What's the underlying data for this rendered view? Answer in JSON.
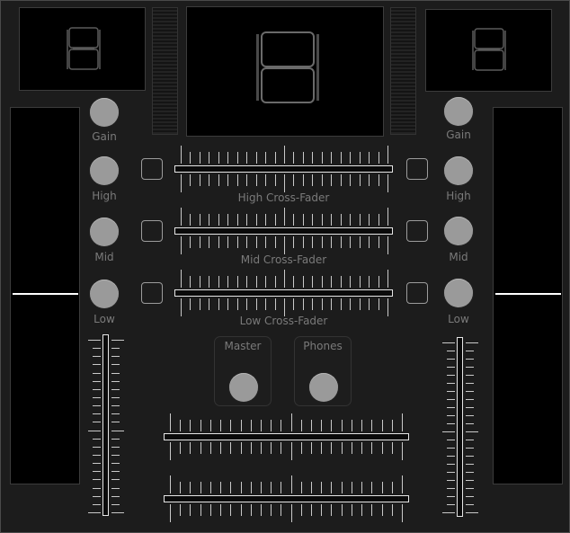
{
  "deck_left": {
    "eq_labels": [
      "Gain",
      "High",
      "Mid",
      "Low"
    ],
    "volume_level": 0.0
  },
  "deck_right": {
    "eq_labels": [
      "Gain",
      "High",
      "Mid",
      "Low"
    ],
    "volume_level": 0.0
  },
  "crossfaders": [
    {
      "label": "High Cross-Fader",
      "position": 0.5
    },
    {
      "label": "Mid Cross-Fader",
      "position": 0.5
    },
    {
      "label": "Low Cross-Fader",
      "position": 0.5
    }
  ],
  "master": {
    "master_label": "Master",
    "phones_label": "Phones"
  },
  "bottom_faders": [
    {
      "position": 0.5
    },
    {
      "position": 0.5
    }
  ],
  "colors": {
    "background": "#1c1c1c",
    "panel": "#000000",
    "knob": "#9a9a9a",
    "label": "#7a7a7a",
    "fader_track": "#e6e6e6"
  },
  "icons": [
    "seven-segment-display-icon"
  ]
}
